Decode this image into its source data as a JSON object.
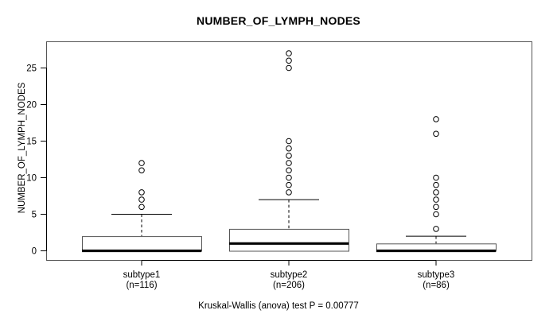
{
  "chart_data": {
    "type": "box",
    "title": "NUMBER_OF_LYMPH_NODES",
    "subtitle": "Kruskal-Wallis (anova) test P = 0.00777",
    "xlabel": "",
    "ylabel": "NUMBER_OF_LYMPH_NODES",
    "ylim": [
      -0.8,
      27.8
    ],
    "yticks": [
      0,
      5,
      10,
      15,
      20,
      25
    ],
    "ytick_labels": [
      "0",
      "5",
      "10",
      "15",
      "20",
      "25"
    ],
    "grid": false,
    "legend": "none",
    "categories": [
      "subtype1",
      "subtype2",
      "subtype3"
    ],
    "group_counts": [
      116,
      206,
      86
    ],
    "category_labels": [
      "subtype1",
      "subtype2",
      "subtype3"
    ],
    "category_sublabels": [
      "(n=116)",
      "(n=206)",
      "(n=86)"
    ],
    "boxes": [
      {
        "name": "subtype1",
        "n": 116,
        "whisker_low": 0,
        "q1": 0,
        "median": 0,
        "q3": 2,
        "whisker_high": 5,
        "outliers": [
          12,
          11,
          8,
          7,
          6
        ]
      },
      {
        "name": "subtype2",
        "n": 206,
        "whisker_low": 0,
        "q1": 0,
        "median": 1,
        "q3": 3,
        "whisker_high": 7,
        "outliers": [
          27,
          26,
          25,
          15,
          14,
          13,
          12,
          11,
          10,
          9,
          8
        ]
      },
      {
        "name": "subtype3",
        "n": 86,
        "whisker_low": 0,
        "q1": 0,
        "median": 0,
        "q3": 1,
        "whisker_high": 2,
        "outliers": [
          18,
          16,
          10,
          9,
          8,
          7,
          6,
          5,
          3
        ]
      }
    ]
  },
  "colors": {
    "box_fill": "#ffffff",
    "box_stroke": "#555555",
    "median": "#000000",
    "outlier": "#000000",
    "frame": "#555555",
    "background": "#ffffff"
  }
}
